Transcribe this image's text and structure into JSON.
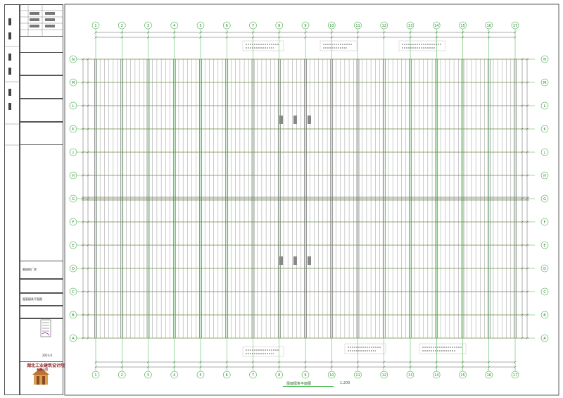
{
  "grid": {
    "columns": [
      "1",
      "2",
      "3",
      "4",
      "5",
      "6",
      "7",
      "8",
      "9",
      "10",
      "11",
      "12",
      "13",
      "14",
      "15",
      "16",
      "17"
    ],
    "rows": [
      "A",
      "B",
      "C",
      "D",
      "E",
      "F",
      "G",
      "H",
      "J",
      "K",
      "L",
      "M",
      "N"
    ]
  },
  "drawing": {
    "caption": "屋面檩条平面图",
    "scale": "1:200"
  },
  "title_block": {
    "firm_name": "湖北工业建筑设计院",
    "firm_sub": "有限公司",
    "project_label": "钢结构厂房",
    "sheet_label": "屋面檩条平面图",
    "date": "2023.6"
  },
  "colors": {
    "grid_line": "#3cb043",
    "purlin": "#9a9a9a",
    "beam": "#d04040",
    "frame_border": "#333333",
    "logo": "#8b2a2a"
  },
  "icons": {
    "north": "axis-bubble-icon",
    "logo": "firm-logo-icon"
  }
}
